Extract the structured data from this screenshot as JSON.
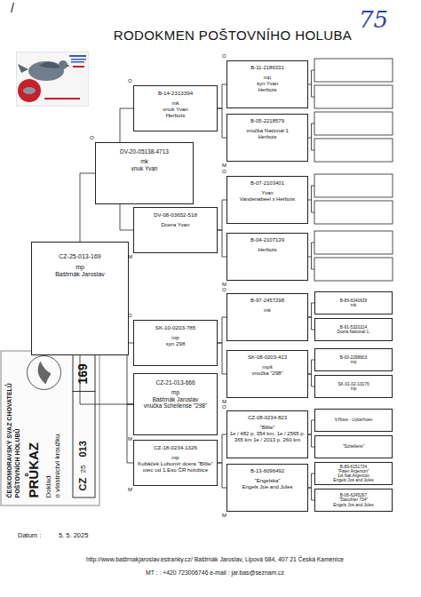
{
  "diagram": {
    "title": "RODOKMEN POŠTOVNÍHO HOLUBA",
    "nodes": [
      {
        "text": [
          "CZ-25-013-169",
          "mp",
          "Baštrnák Jaroslav"
        ]
      },
      {
        "text": [
          "DV-20-05138-4713",
          "mk",
          "vnuk Yvan"
        ]
      },
      {
        "text": [
          "B-14-2313394",
          "mk",
          "vnuk Yvan",
          "Herbots"
        ]
      },
      {
        "text": [
          "B-11-2186331",
          "mp",
          "syn Yvan",
          "Herbots"
        ]
      },
      {
        "text": [
          "B-05-2218579",
          "vnučka National 1",
          "Herbots"
        ]
      },
      {
        "text": [
          "DV-08-03652-518",
          "Dcera Yvan"
        ]
      },
      {
        "text": [
          "B-07-2103401",
          "Yvan",
          "Vandenabeel x Herbots"
        ]
      },
      {
        "text": [
          "B-04-2107139",
          "Herbots"
        ]
      },
      {
        "text": [
          "CZ-21-013-666",
          "mp",
          "Baštrnák Jaroslav",
          "vnučka Schellense \"298\""
        ]
      },
      {
        "text": [
          "SK-10-0203-785",
          "mp",
          "syn 298"
        ]
      },
      {
        "text": [
          "B-97-2457298",
          "mk"
        ]
      },
      {
        "text": [
          "B-89-6040639",
          "mk"
        ]
      },
      {
        "text": [
          "B-91-5320214",
          "Dcera National 1."
        ]
      },
      {
        "text": [
          "SK-08-0203-413",
          "mpš",
          "vnučka \"298\""
        ]
      },
      {
        "text": [
          "B-00-2298603",
          "mp"
        ]
      },
      {
        "text": [
          "SK-01-02-10176",
          "mp"
        ]
      },
      {
        "text": [
          "CZ-18-0234-1326",
          "mp",
          "Kubáček Lubomír dcera \"Billie\"",
          "otec od 1.Eso ČR holubice"
        ]
      },
      {
        "text": [
          "CZ-08-0234-823",
          "\"Billie\"",
          "1e / 482 p. 354 km. 1e / 2565 p. 365 km 1e / 2013 p. 260 km"
        ]
      },
      {
        "text": [
          "V.Hove - Uytterhoev"
        ]
      },
      {
        "text": [
          "\"Schellens\""
        ]
      },
      {
        "text": [
          "B-13-6096492",
          "\"Engelska\"",
          "Engels Joe and Jules"
        ]
      },
      {
        "text": [
          "B-89-6151734",
          "\"Fater Argenton\"",
          "1st Nat.Argenton",
          "Engels Jos and Jules"
        ]
      },
      {
        "text": [
          "B-06-6245267",
          "\"Dauchter 734\"",
          "Engels Jos and Jules"
        ]
      }
    ],
    "edges": [
      {
        "from": 0,
        "to": 1,
        "arrow": "none"
      },
      {
        "from": 0,
        "to": 8,
        "arrow": "none"
      },
      {
        "from": 1,
        "to": 2,
        "arrow": "none"
      },
      {
        "from": 1,
        "to": 5,
        "arrow": "none"
      },
      {
        "from": 2,
        "to": 3,
        "arrow": "none"
      },
      {
        "from": 2,
        "to": 4,
        "arrow": "none"
      },
      {
        "from": 5,
        "to": 6,
        "arrow": "none"
      },
      {
        "from": 5,
        "to": 7,
        "arrow": "none"
      },
      {
        "from": 8,
        "to": 9,
        "arrow": "none"
      },
      {
        "from": 8,
        "to": 16,
        "arrow": "none"
      },
      {
        "from": 9,
        "to": 10,
        "arrow": "none"
      },
      {
        "from": 9,
        "to": 13,
        "arrow": "none"
      },
      {
        "from": 10,
        "to": 11,
        "arrow": "none"
      },
      {
        "from": 10,
        "to": 12,
        "arrow": "none"
      },
      {
        "from": 13,
        "to": 14,
        "arrow": "none"
      },
      {
        "from": 13,
        "to": 15,
        "arrow": "none"
      },
      {
        "from": 16,
        "to": 17,
        "arrow": "none"
      },
      {
        "from": 16,
        "to": 20,
        "arrow": "none"
      },
      {
        "from": 17,
        "to": 18,
        "arrow": "none"
      },
      {
        "from": 17,
        "to": 19,
        "arrow": "none"
      },
      {
        "from": 20,
        "to": 21,
        "arrow": "none"
      },
      {
        "from": 20,
        "to": 22,
        "arrow": "none"
      }
    ],
    "labels": [
      "/",
      "75",
      "ČESKOMORAVSKÝ SVAZ CHOVATELŮ",
      "POŠTOVNÍCH HOLUBŮ",
      "PRŮKAZ",
      "Doklad",
      "o vlastnictví kroužku",
      "CZ",
      "25",
      "013",
      "169",
      "O",
      "M",
      "O",
      "M",
      "O",
      "M",
      "O",
      "M",
      "O",
      "M",
      "O",
      "M",
      "O",
      "M",
      "Datum :",
      "5. 5. 2025",
      "http://www.baštrnakjaroslav.estranky.cz/ Baštrnák Jaroslav, Lipová 684, 407 21 Česká Kamenice",
      "MT : : +420 723006746 e-mail : jar.bas@seznam.cz"
    ]
  }
}
